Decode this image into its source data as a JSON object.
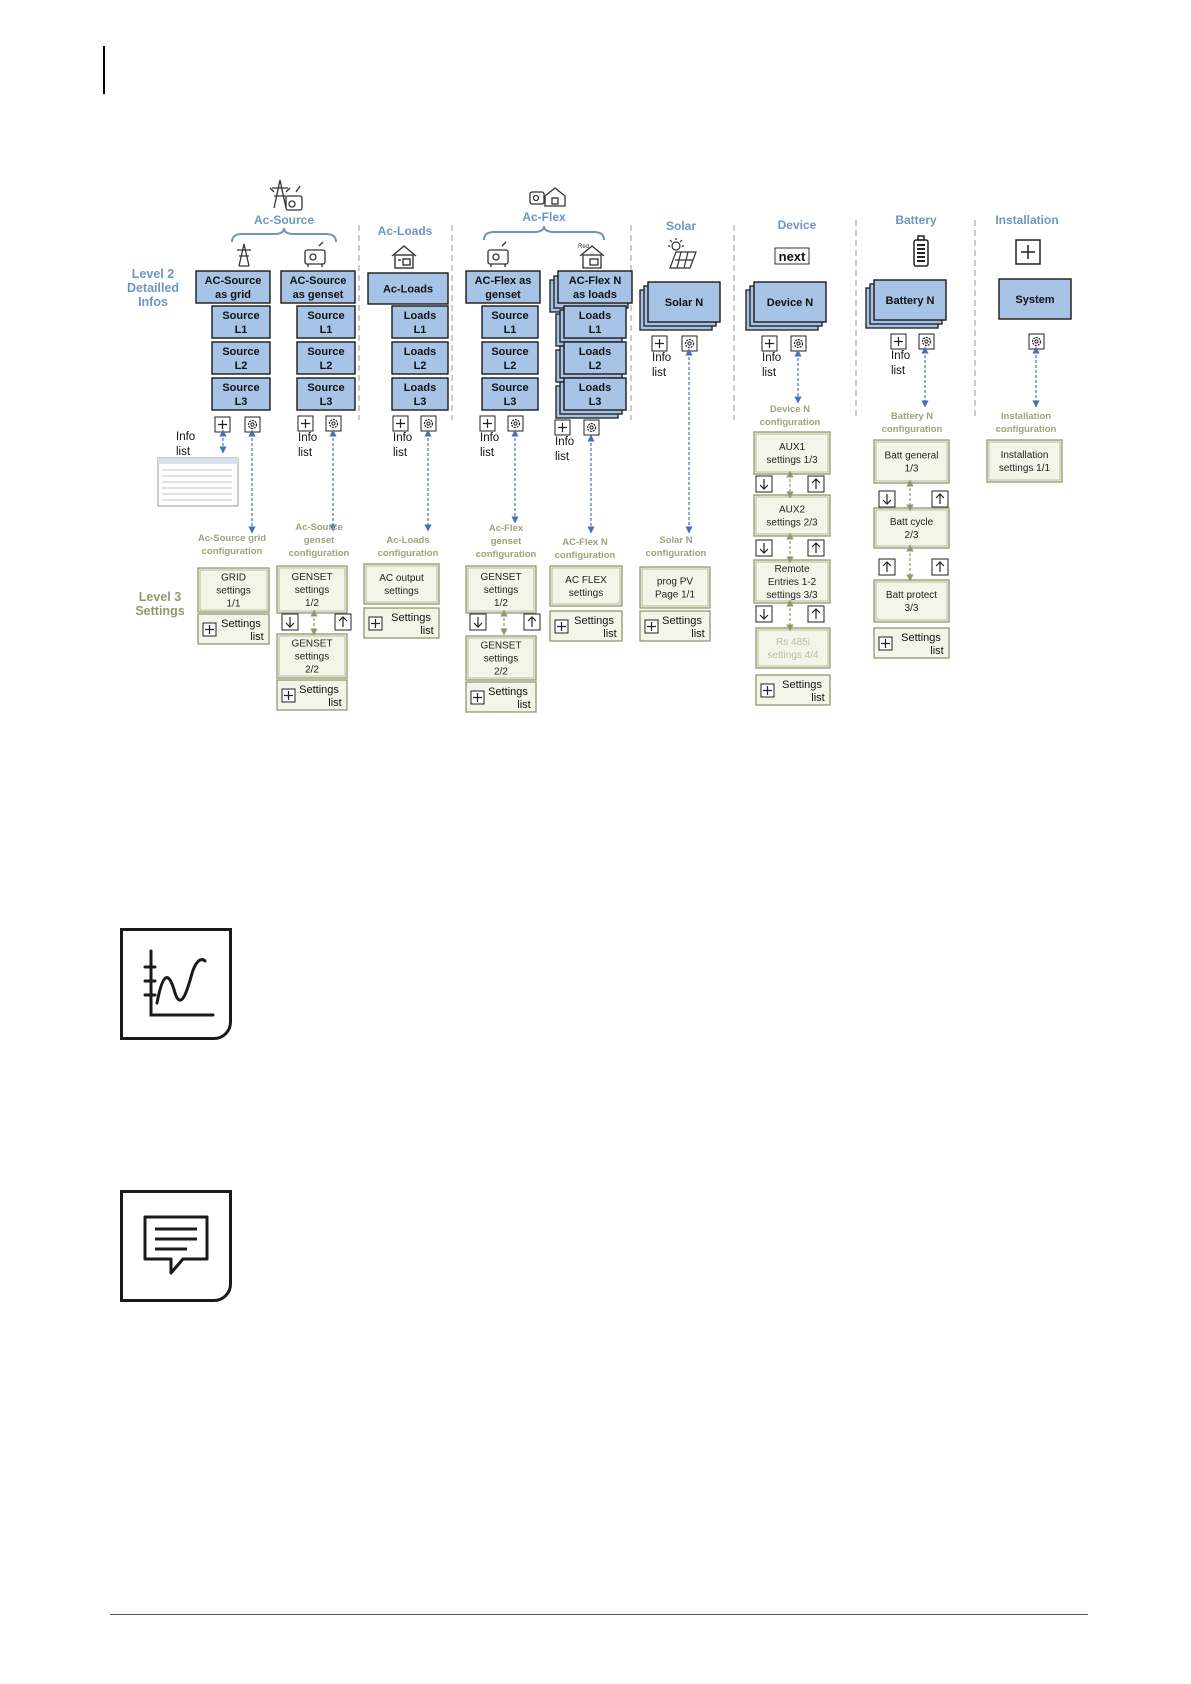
{
  "colors": {
    "blue_box_fill": "#a7c4e6",
    "blue_box_stroke": "#1a1a1a",
    "green_box_fill": "#f3f5e8",
    "green_box_stroke": "#8e9a6d",
    "header_blue": "#6e97bf",
    "config_green": "#9ba47a",
    "level_label": "#6e97bf",
    "level3_label": "#8e9a6d",
    "arrow_blue": "#4b6fb3"
  },
  "level_labels": {
    "level2": [
      "Level 2",
      "Detailled",
      "Infos"
    ],
    "level3": [
      "Level 3",
      "Settings"
    ]
  },
  "headers": {
    "ac_source": "Ac-Source",
    "ac_loads": "Ac-Loads",
    "ac_flex": "Ac-Flex",
    "solar": "Solar",
    "device": "Device",
    "battery": "Battery",
    "installation": "Installation",
    "next_logo": "next",
    "red_label": "Red"
  },
  "level2": {
    "grid": {
      "title": [
        "AC-Source",
        "as grid"
      ],
      "subs": [
        [
          "Source",
          "L1"
        ],
        [
          "Source",
          "L2"
        ],
        [
          "Source",
          "L3"
        ]
      ]
    },
    "genset": {
      "title": [
        "AC-Source",
        "as genset"
      ],
      "subs": [
        [
          "Source",
          "L1"
        ],
        [
          "Source",
          "L2"
        ],
        [
          "Source",
          "L3"
        ]
      ]
    },
    "loads": {
      "title": [
        "Ac-Loads"
      ],
      "subs": [
        [
          "Loads",
          "L1"
        ],
        [
          "Loads",
          "L2"
        ],
        [
          "Loads",
          "L3"
        ]
      ]
    },
    "flex_genset": {
      "title": [
        "AC-Flex as",
        "genset"
      ],
      "subs": [
        [
          "Source",
          "L1"
        ],
        [
          "Source",
          "L2"
        ],
        [
          "Source",
          "L3"
        ]
      ]
    },
    "flex_loads": {
      "title": [
        "AC-Flex N",
        "as loads"
      ],
      "subs": [
        [
          "Loads",
          "L1"
        ],
        [
          "Loads",
          "L2"
        ],
        [
          "Loads",
          "L3"
        ]
      ]
    },
    "solar": {
      "title": [
        "Solar N"
      ]
    },
    "device": {
      "title": [
        "Device N"
      ]
    },
    "battery": {
      "title": [
        "Battery N"
      ]
    },
    "system": {
      "title": [
        "System"
      ]
    }
  },
  "info_list": [
    "Info",
    "list"
  ],
  "config_labels": {
    "grid": [
      "Ac-Source grid",
      "configuration"
    ],
    "genset": [
      "Ac-Source",
      "genset",
      "configuration"
    ],
    "loads": [
      "Ac-Loads",
      "configuration"
    ],
    "flex_genset": [
      "Ac-Flex",
      "genset",
      "configuration"
    ],
    "flex_loads": [
      "AC-Flex N",
      "configuration"
    ],
    "solar": [
      "Solar N",
      "configuration"
    ],
    "device": [
      "Device N",
      "configuration"
    ],
    "battery": [
      "Battery N",
      "configuration"
    ],
    "installation": [
      "Installation",
      "configuration"
    ]
  },
  "settings": {
    "grid": [
      [
        "GRID",
        "settings",
        "1/1"
      ]
    ],
    "genset": [
      [
        "GENSET",
        "settings",
        "1/2"
      ],
      [
        "GENSET",
        "settings",
        "2/2"
      ]
    ],
    "loads": [
      [
        "AC output",
        "settings"
      ]
    ],
    "flex_genset": [
      [
        "GENSET",
        "settings",
        "1/2"
      ],
      [
        "GENSET",
        "settings",
        "2/2"
      ]
    ],
    "flex_loads": [
      [
        "AC FLEX",
        "settings"
      ]
    ],
    "solar": [
      [
        "prog PV",
        "Page 1/1"
      ]
    ],
    "device": [
      [
        "AUX1",
        "settings 1/3"
      ],
      [
        "AUX2",
        "settings 2/3"
      ],
      [
        "Remote",
        "Entries  1-2",
        "settings 3/3"
      ],
      [
        "Rs 485i",
        "settings 4/4"
      ]
    ],
    "battery": [
      [
        "Batt general",
        "1/3"
      ],
      [
        "Batt cycle",
        "2/3"
      ],
      [
        "Batt protect",
        "3/3"
      ]
    ],
    "installation": [
      [
        "Installation",
        "settings 1/1"
      ]
    ]
  },
  "settings_list": [
    "Settings",
    "list"
  ],
  "icons": {
    "ac_source_header": "pylon-genset-icon",
    "grid": "pylon-icon",
    "genset": "generator-icon",
    "loads": "house-icon",
    "ac_flex_header": "generator-house-icon",
    "flex_genset": "generator-icon",
    "flex_loads": "house-red-icon",
    "solar": "solar-panel-icon",
    "device": "next-logo-icon",
    "battery": "battery-icon",
    "installation": "plus-box-icon",
    "info": "plus-icon",
    "config": "gear-icon",
    "arrow_down": "arrow-down-icon",
    "arrow_up": "arrow-up-icon",
    "chart_box": "chart-line-icon",
    "comment_box": "comment-icon"
  }
}
